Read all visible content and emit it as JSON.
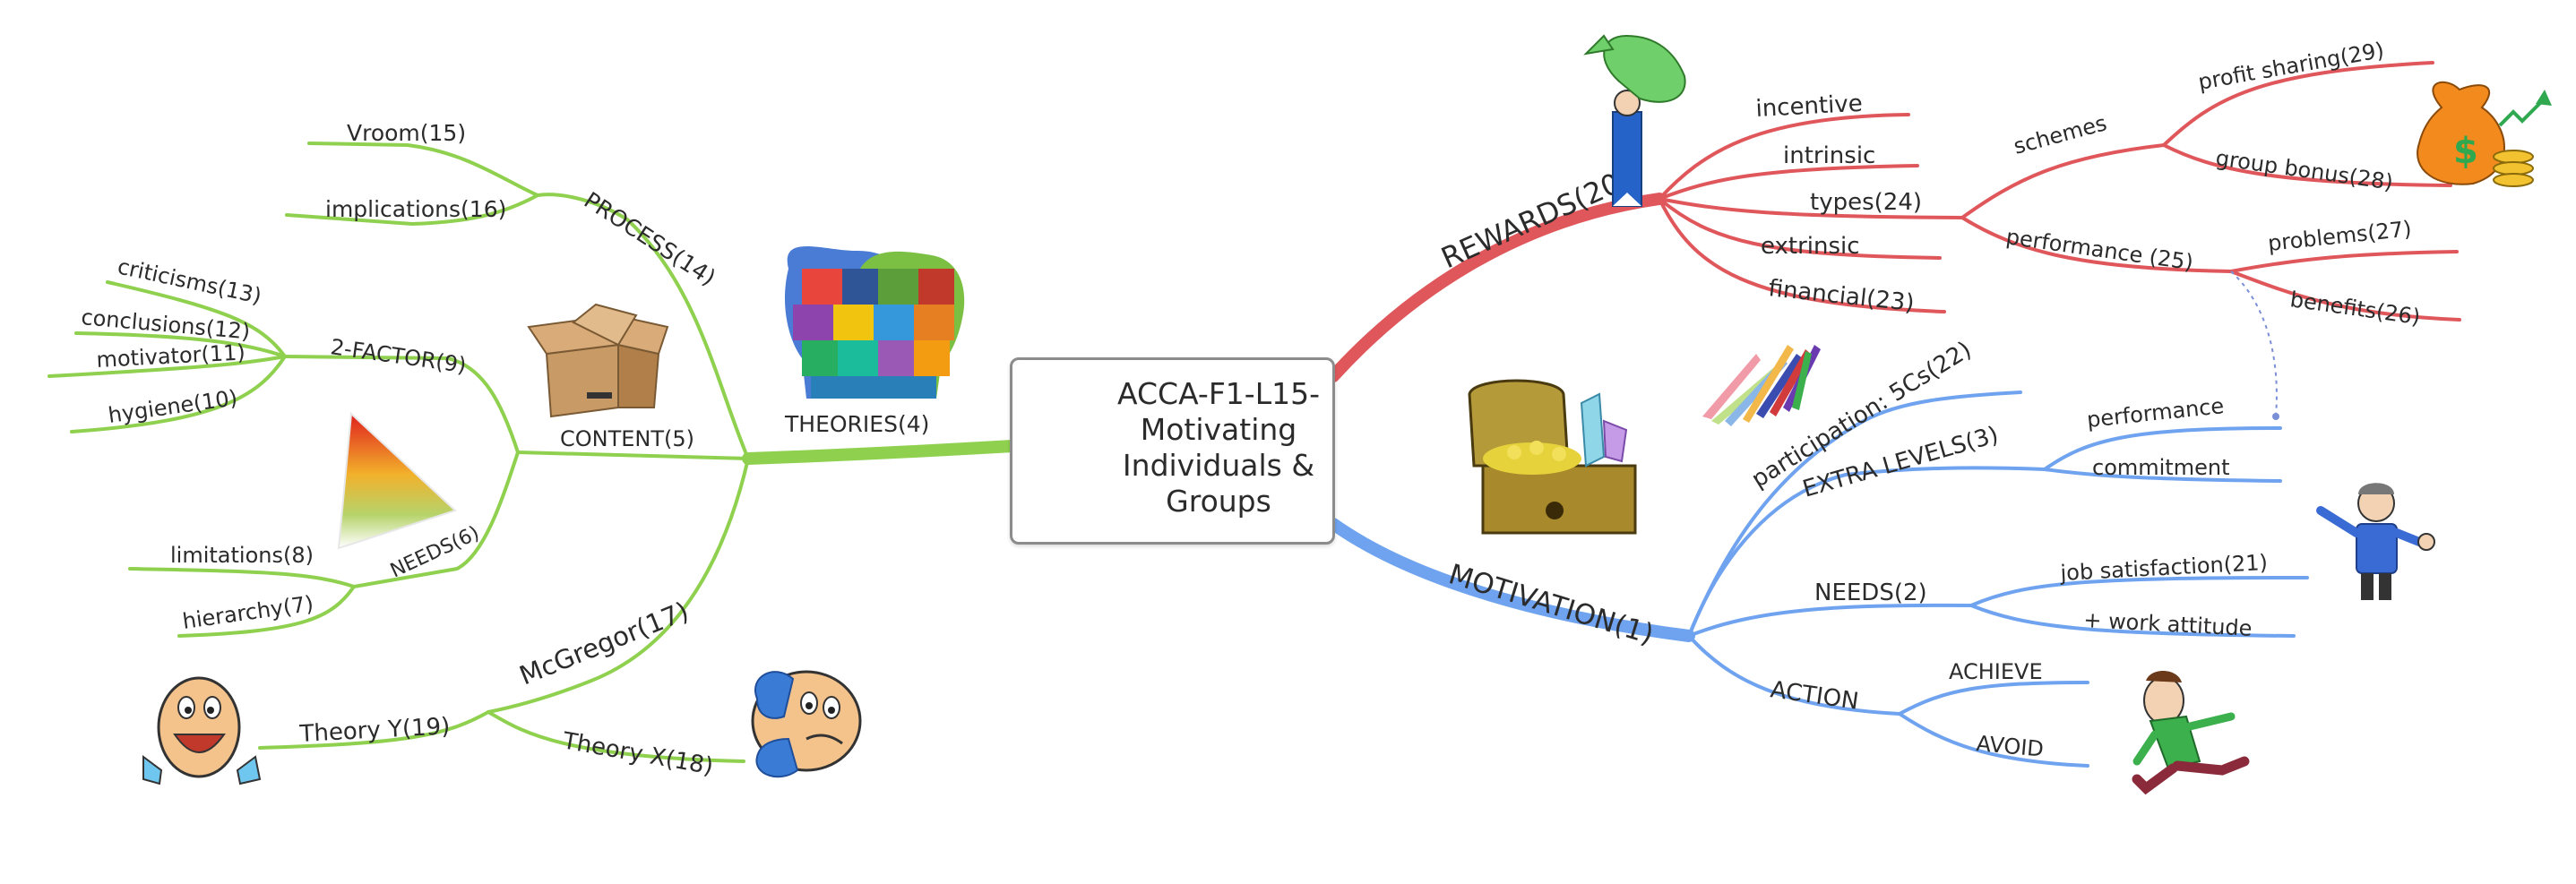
{
  "central": {
    "title": "ACCA-F1-L15- Motivating Individuals & Groups"
  },
  "colors": {
    "green": "#8fd14f",
    "red": "#e0575b",
    "blue": "#6fa3ef",
    "dotted": "#7b8fd6"
  },
  "icons": [
    "smiley-thumbs-up-icon",
    "puzzle-heads-icon",
    "cardboard-box-icon",
    "pyramid-triangle-icon",
    "smiley-happy-icon",
    "smiley-worried-icon",
    "money-bag-hand-icon",
    "money-bag-coins-icon",
    "treasure-chest-icon",
    "raised-hands-icon",
    "worker-thumbs-up-icon",
    "running-man-icon"
  ],
  "theories": {
    "label": "THEORIES(4)",
    "process": {
      "label": "PROCESS(14)",
      "vroom": "Vroom(15)",
      "implications": "implications(16)"
    },
    "content": {
      "label": "CONTENT(5)",
      "two_factor": {
        "label": "2-FACTOR(9)",
        "criticisms": "criticisms(13)",
        "conclusions": "conclusions(12)",
        "motivator": "motivator(11)",
        "hygiene": "hygiene(10)"
      },
      "needs": {
        "label": "NEEDS(6)",
        "limitations": "limitations(8)",
        "hierarchy": "hierarchy(7)"
      }
    },
    "mcgregor": {
      "label": "McGregor(17)",
      "theory_y": "Theory Y(19)",
      "theory_x": "Theory X(18)"
    }
  },
  "rewards": {
    "label": "REWARDS(20)",
    "incentive": "incentive",
    "intrinsic": "intrinsic",
    "types": {
      "label": "types(24)",
      "schemes": {
        "label": "schemes",
        "profit": "profit sharing(29)",
        "group": "group bonus(28)"
      },
      "performance": {
        "label": "performance (25)",
        "problems": "problems(27)",
        "benefits": "benefits(26)"
      }
    },
    "extrinsic": "extrinsic",
    "financial": "financial(23)"
  },
  "motivation": {
    "label": "MOTIVATION(1)",
    "participation": "participation: 5Cs(22)",
    "extra_levels": {
      "label": "EXTRA LEVELS(3)",
      "performance": "performance",
      "commitment": "commitment"
    },
    "needs": {
      "label": "NEEDS(2)",
      "job": "job satisfaction(21)",
      "work": "+ work attitude"
    },
    "action": {
      "label": "ACTION",
      "achieve": "ACHIEVE",
      "avoid": "AVOID"
    }
  }
}
